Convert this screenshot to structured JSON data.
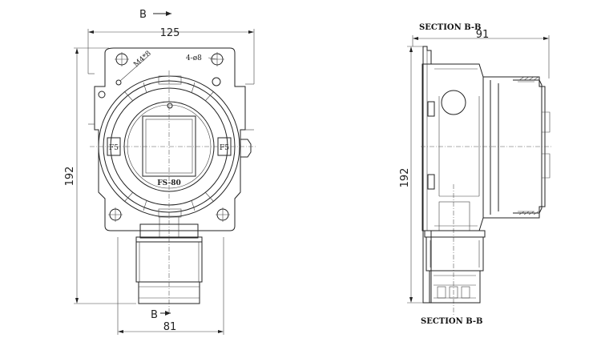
{
  "front_view": {
    "section_marker_top": "B",
    "section_marker_bottom": "B",
    "width_dim_top": "125",
    "height_dim": "192",
    "width_dim_bottom": "81",
    "bolt_label": "M4*8",
    "hole_label": "4-ø8",
    "model_label": "FS-80"
  },
  "section_view": {
    "title_top": "SECTION B-B",
    "title_bottom": "SECTION B-B",
    "depth_dim": "91",
    "height_dim": "192"
  }
}
